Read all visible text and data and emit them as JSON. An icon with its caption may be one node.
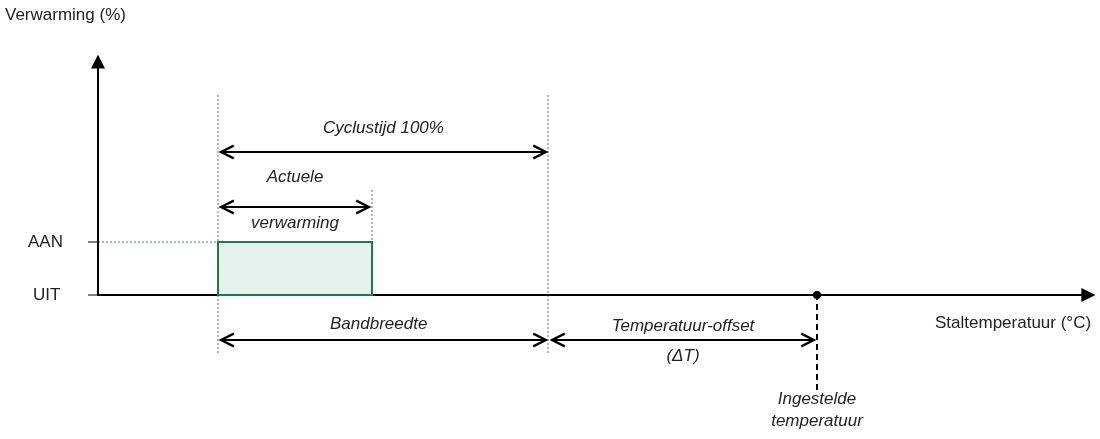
{
  "diagram": {
    "nodes": [
      {
        "text": [
          "Ingestelde temperatuur"
        ]
      },
      {
        "text": [],
        "shape": "circle"
      },
      {
        "text": [],
        "shape": "bar"
      }
    ],
    "edges": [
      {
        "from": 0,
        "to": 1,
        "arrow": "none",
        "style": "dashed"
      }
    ],
    "labels": [
      "Verwarming (%)",
      "Cyclustijd 100%",
      "Actuele verwarming",
      "AAN",
      "UIT",
      "Bandbreedte",
      "Temperatuur-offset (ΔT)",
      "Staltemperatuur (°C)"
    ]
  }
}
